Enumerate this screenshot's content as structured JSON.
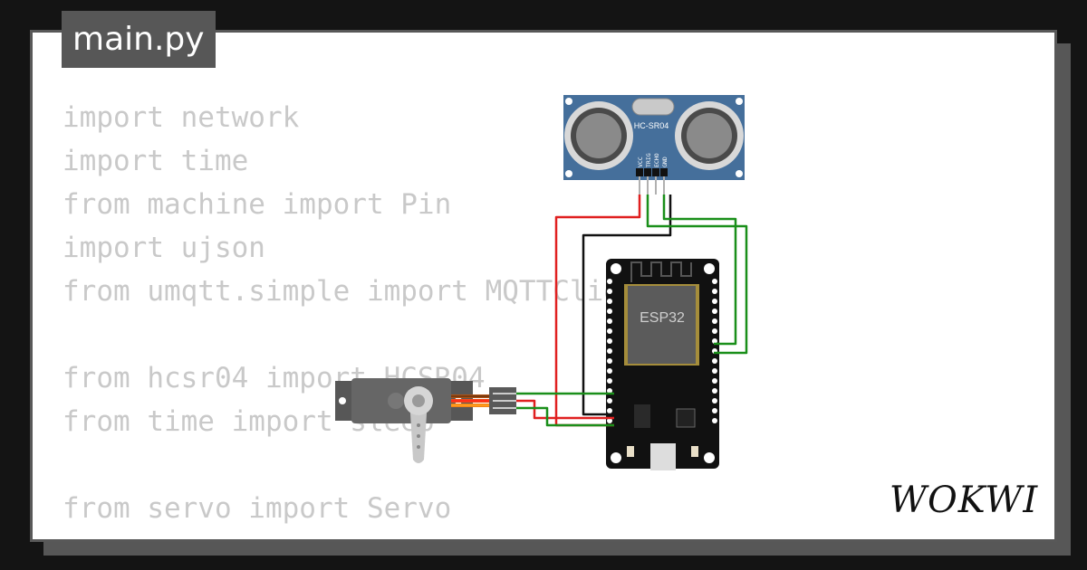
{
  "file_tab": {
    "label": "main.py"
  },
  "code_lines": [
    "import network",
    "import time",
    "from machine import Pin",
    "import ujson",
    "from umqtt.simple import MQTTClient",
    "",
    "from hcsr04 import HCSR04",
    "from time import sleep",
    "",
    "from servo import Servo"
  ],
  "components": {
    "ultrasonic": {
      "label": "HC-SR04",
      "pins": [
        "VCC",
        "TRIG",
        "ECHO",
        "GND"
      ]
    },
    "board": {
      "label": "ESP32"
    },
    "servo": {
      "label": ""
    }
  },
  "logo": {
    "text": "WOKWI"
  },
  "colors": {
    "background": "#141414",
    "card": "#ffffff",
    "tab": "#575757",
    "code_text": "#c9c9c9",
    "sensor_body": "#456f9b",
    "wire_red": "#e02020",
    "wire_black": "#111111",
    "wire_green": "#1a8f1a"
  }
}
